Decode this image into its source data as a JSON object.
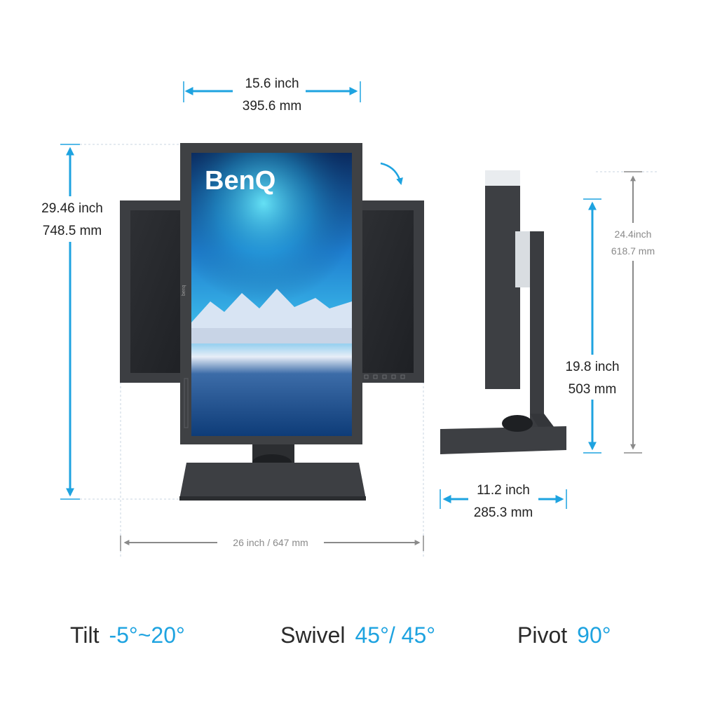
{
  "brand": {
    "logo_text": "BenQ",
    "bezel_text": "benq"
  },
  "dimensions": {
    "top_width": {
      "imperial": "15.6 inch",
      "metric": "395.6 mm"
    },
    "full_height": {
      "imperial": "29.46 inch",
      "metric": "748.5 mm"
    },
    "full_width": {
      "combined": "26 inch / 647  mm"
    },
    "side_height_max": {
      "imperial": "24.4inch",
      "metric": "618.7 mm"
    },
    "side_height_min": {
      "imperial": "19.8 inch",
      "metric": "503 mm"
    },
    "side_depth": {
      "imperial": "11.2 inch",
      "metric": "285.3 mm"
    }
  },
  "specs": [
    {
      "label": "Tilt",
      "value": "-5°~20°"
    },
    {
      "label": "Swivel",
      "value": "45°/ 45°"
    },
    {
      "label": "Pivot",
      "value": "90°"
    }
  ],
  "colors": {
    "accent_blue": "#1ea3e0",
    "grey_dim": "#8a8a8a",
    "monitor_body": "#3f4144"
  }
}
